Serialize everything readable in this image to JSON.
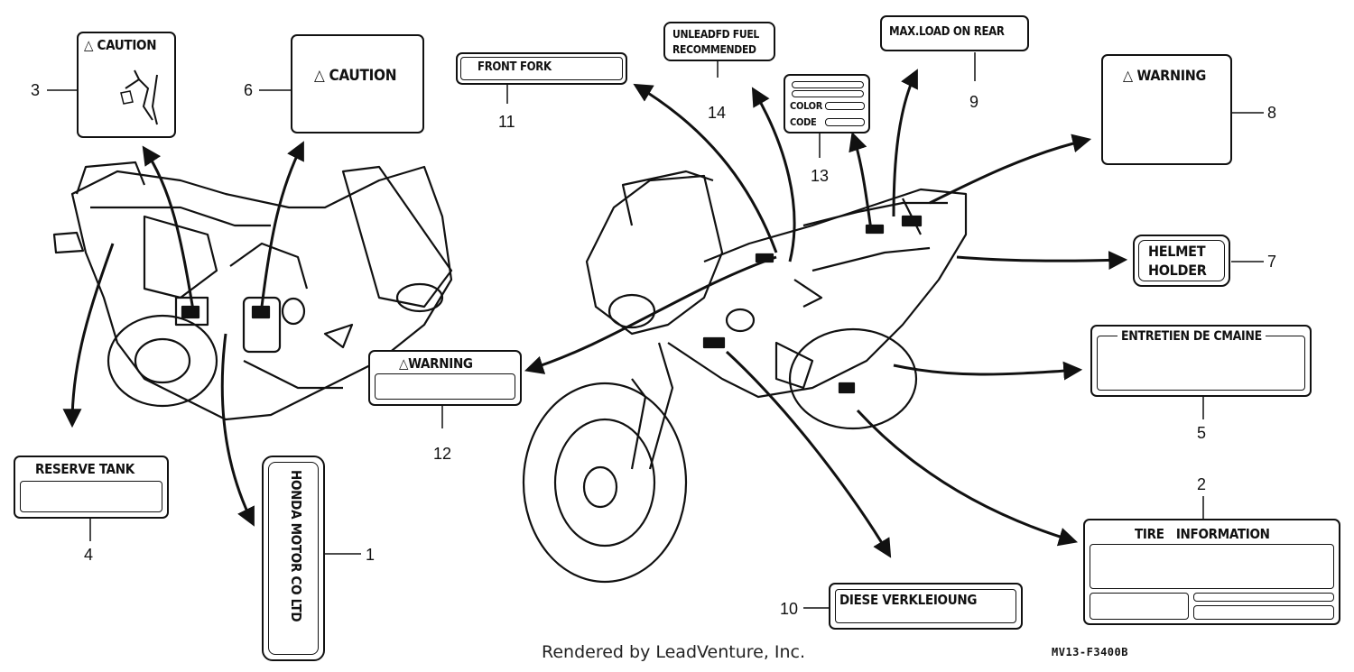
{
  "labels": {
    "l1": {
      "callout": "1",
      "text": "HONDA MOTOR CO LTD"
    },
    "l2": {
      "callout": "2",
      "text": "TIRE   INFORMATION"
    },
    "l3": {
      "callout": "3",
      "text": "△ CAUTION"
    },
    "l4": {
      "callout": "4",
      "text": "RESERVE TANK"
    },
    "l5": {
      "callout": "5",
      "text": "ENTRETIEN DE CMAINE"
    },
    "l6": {
      "callout": "6",
      "text": "△ CAUTION"
    },
    "l7": {
      "callout": "7",
      "line1": "HELMET",
      "line2": "HOLDER"
    },
    "l8": {
      "callout": "8",
      "text": "△ WARNING"
    },
    "l9": {
      "callout": "9",
      "text": "MAX.LOAD ON REAR"
    },
    "l10": {
      "callout": "10",
      "text": "DIESE VERKLEIOUNG"
    },
    "l11": {
      "callout": "11",
      "text": "FRONT FORK"
    },
    "l12": {
      "callout": "12",
      "text": "△WARNING"
    },
    "l13": {
      "callout": "13",
      "color_text": "COLOR",
      "code_text": "CODE"
    },
    "l14": {
      "callout": "14",
      "line1": "UNLEADFD  FUEL",
      "line2": "RECOMMENDED"
    }
  },
  "footer": {
    "rendered_by": "Rendered by LeadVenture, Inc.",
    "diagram_code": "MV13-F3400B"
  }
}
